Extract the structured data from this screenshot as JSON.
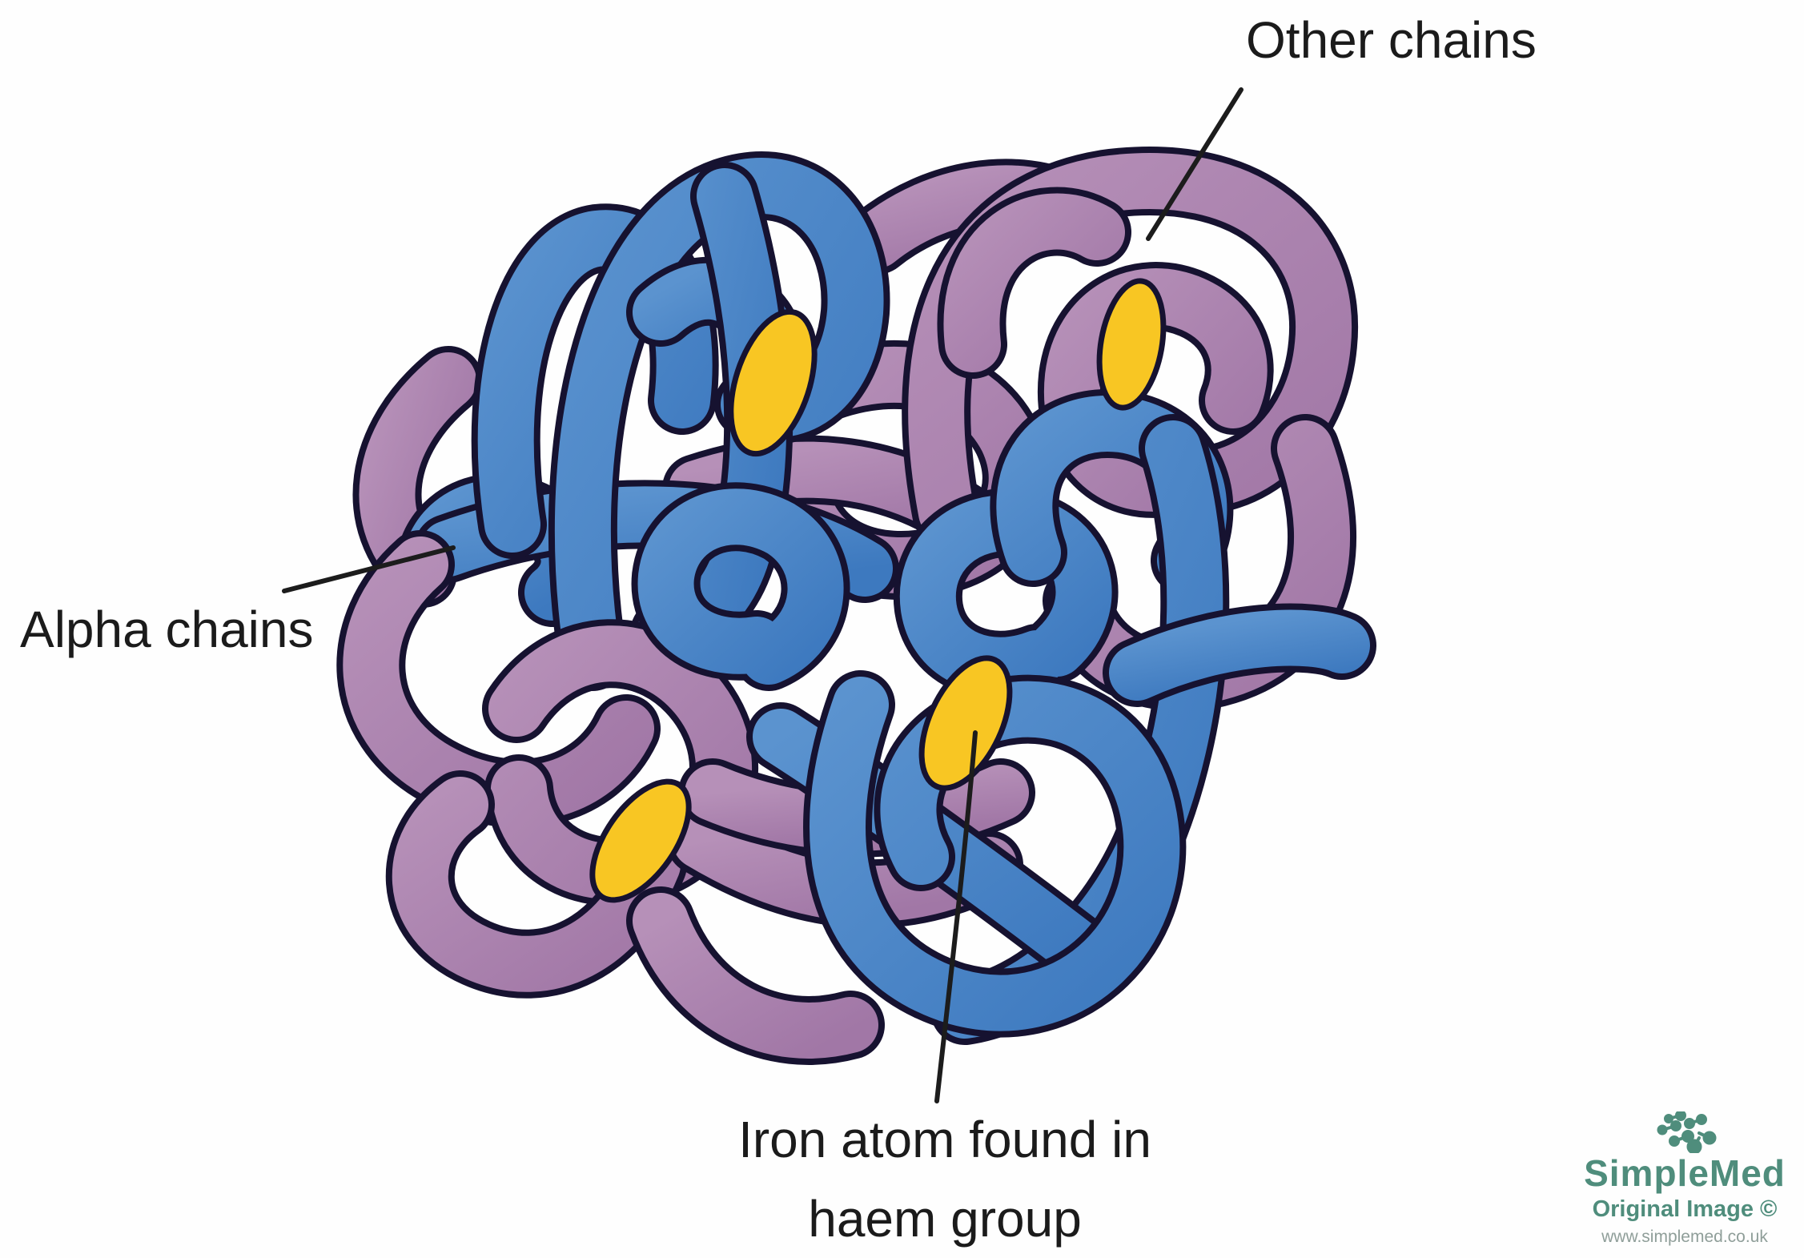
{
  "labels": {
    "other_chains": "Other chains",
    "alpha_chains": "Alpha chains",
    "iron_atom_line1": "Iron atom found in",
    "iron_atom_line2": "haem group"
  },
  "watermark": {
    "brand": "SimpleMed",
    "subtitle": "Original Image ©",
    "url": "www.simplemed.co.uk"
  },
  "diagram": {
    "haem_group_count": 4,
    "alpha_chain_color_meaning": "Alpha chains",
    "purple_chain_color_meaning": "Other chains",
    "yellow_oval_meaning": "Iron atom found in haem group"
  },
  "colors": {
    "alpha_chain_blue": "#3d79bf",
    "alpha_chain_blue_light": "#5b93cf",
    "other_chain_purple": "#a177a6",
    "other_chain_purple_light": "#b690b8",
    "haem_yellow": "#f8c623",
    "chain_outline": "#161230",
    "label_text": "#1b1b1b",
    "leader_line": "#1c1c1c",
    "brand_teal": "#4f8d7c",
    "url_gray": "#8f9e99"
  }
}
